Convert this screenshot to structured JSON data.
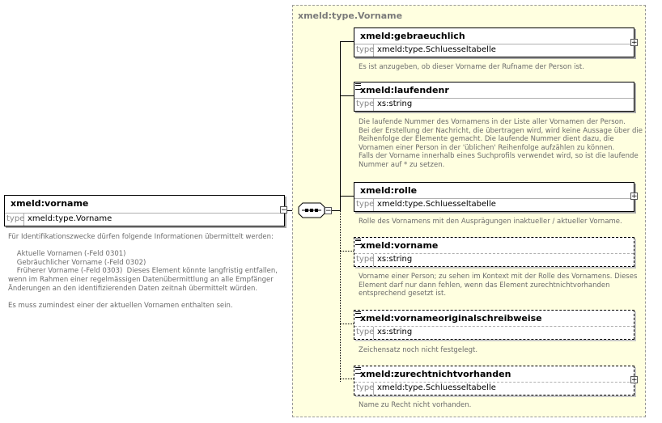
{
  "root": {
    "name": "xmeld:vorname",
    "type_label": "type",
    "type_value": "xmeld:type.Vorname",
    "description": "Für Identifikationszwecke dürfen folgende Informationen übermittelt werden:\n\n    Aktuelle Vornamen (-Feld 0301)\n    Gebräuchlicher Vorname (-Feld 0302)\n    Früherer Vorname (-Feld 0303)  Dieses Element könnte langfristig entfallen,\nwenn im Rahmen einer regelmässigen Datenübermittlung an alle Empfänger\nÄnderungen an den identifizierenden Daten zeitnah übermittelt würden.\n\nEs muss zumindest einer der aktuellen Vornamen enthalten sein."
  },
  "complex_type": {
    "title": "xmeld:type.Vorname"
  },
  "compositor": {
    "icon": "sequence-icon"
  },
  "children": [
    {
      "name": "xmeld:gebraeuchlich",
      "type_label": "type",
      "type_value": "xmeld:type.Schluesseltabelle",
      "optional": false,
      "expandable": true,
      "has_doc_icon": false,
      "description": "Es ist anzugeben, ob dieser Vorname der Rufname der Person ist."
    },
    {
      "name": "xmeld:laufendenr",
      "type_label": "type",
      "type_value": "xs:string",
      "optional": false,
      "expandable": false,
      "has_doc_icon": true,
      "description": "Die laufende Nummer des Vornamens in der Liste aller Vornamen der Person.\nBei der Erstellung der Nachricht, die übertragen wird, wird keine Aussage über die\nReihenfolge der Elemente gemacht. Die laufende Nummer dient dazu, die\nVornamen einer Person in der 'üblichen' Reihenfolge aufzählen zu können.\nFalls der Vorname innerhalb eines Suchprofils verwendet wird, so ist die laufende\nNummer auf * zu setzen."
    },
    {
      "name": "xmeld:rolle",
      "type_label": "type",
      "type_value": "xmeld:type.Schluesseltabelle",
      "optional": false,
      "expandable": true,
      "has_doc_icon": false,
      "description": "Rolle des Vornamens mit den Ausprägungen inaktueller / aktueller Vorname."
    },
    {
      "name": "xmeld:vorname",
      "type_label": "type",
      "type_value": "xs:string",
      "optional": true,
      "expandable": false,
      "has_doc_icon": true,
      "description": "Vorname einer Person; zu sehen im Kontext mit der Rolle des Vornamens. Dieses\nElement darf nur dann fehlen, wenn das Element zurechtnichtvorhanden\nentsprechend gesetzt ist."
    },
    {
      "name": "xmeld:vornameoriginalschreibweise",
      "type_label": "type",
      "type_value": "xs:string",
      "optional": true,
      "expandable": false,
      "has_doc_icon": true,
      "description": "Zeichensatz noch nicht festgelegt."
    },
    {
      "name": "xmeld:zurechtnichtvorhanden",
      "type_label": "type",
      "type_value": "xmeld:type.Schluesseltabelle",
      "optional": true,
      "expandable": true,
      "has_doc_icon": true,
      "description": "Name zu Recht nicht vorhanden."
    }
  ],
  "colors": {
    "container_bg": "#ffffe0",
    "description_text": "#6b6b6b",
    "type_label_text": "#8a8a8a"
  }
}
